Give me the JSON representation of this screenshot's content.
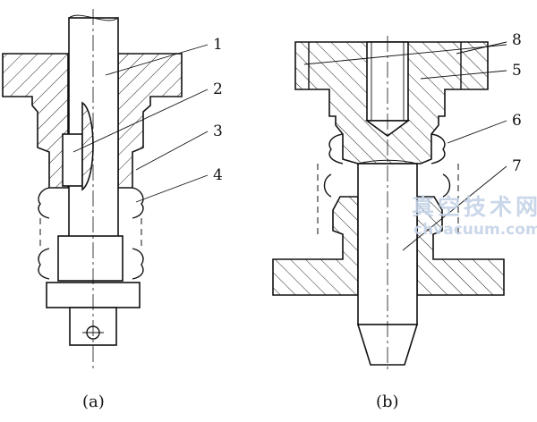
{
  "figure": {
    "part_labels": [
      "1",
      "2",
      "3",
      "4",
      "5",
      "6",
      "7",
      "8"
    ],
    "captions": {
      "a": "(a)",
      "b": "(b)"
    }
  },
  "watermark": {
    "chinese": "真空技术网",
    "url": "chvacuum.com",
    "color": "#c5d3e7"
  }
}
